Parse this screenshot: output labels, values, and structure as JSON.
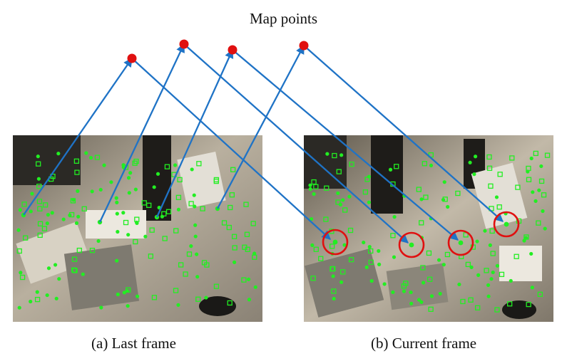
{
  "title": "Map points",
  "captions": {
    "a": "(a)  Last frame",
    "b": "(b)  Current frame"
  },
  "colors": {
    "map_point": "#e01010",
    "arrow": "#1f73c6",
    "feature": "#22ee22",
    "match_circle": "#e01010",
    "photo_tone": "#c9c0b0"
  }
}
